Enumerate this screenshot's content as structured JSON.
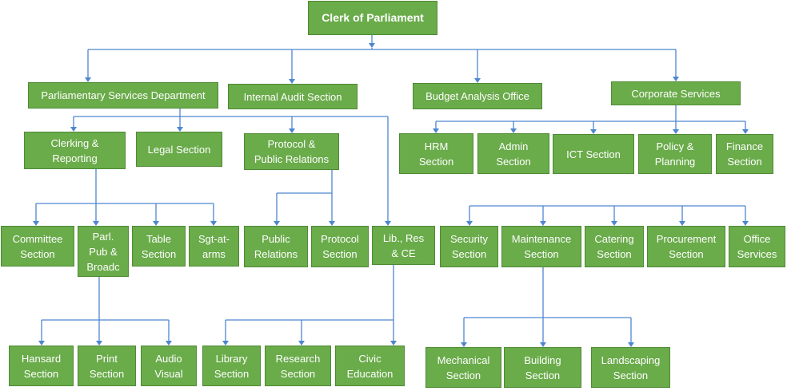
{
  "colors": {
    "box_fill": "#6aab4a",
    "box_border": "#4f8a35",
    "text": "#ffffff",
    "connector": "#4d86cf"
  },
  "nodes": {
    "clerk": "Clerk of Parliament",
    "psd": "Parliamentary Services Department",
    "audit": "Internal Audit Section",
    "budget": "Budget Analysis Office",
    "corporate": "Corporate Services",
    "clerking": "Clerking &\nReporting",
    "legal": "Legal Section",
    "protocol": "Protocol &\nPublic Relations",
    "hrm": "HRM\nSection",
    "admin": "Admin\nSection",
    "ict": "ICT Section",
    "policy": "Policy &\nPlanning",
    "finance": "Finance\nSection",
    "committee": "Committee\nSection",
    "parl": "Parl.\nPub &\nBroadc",
    "table": "Table\nSection",
    "sgt": "Sgt-at-\narms",
    "public": "Public\nRelations",
    "protocolsec": "Protocol\nSection",
    "lib": "Lib., Res\n& CE",
    "security": "Security\nSection",
    "maintenance": "Maintenance\nSection",
    "catering": "Catering\nSection",
    "procurement": "Procurement\nSection",
    "office": "Office\nServices",
    "hansard": "Hansard\nSection",
    "print": "Print\nSection",
    "audio": "Audio\nVisual",
    "library": "Library\nSection",
    "research": "Research\nSection",
    "civic": "Civic\nEducation",
    "mechanical": "Mechanical\nSection",
    "building": "Building\nSection",
    "landscaping": "Landscaping\nSection"
  }
}
